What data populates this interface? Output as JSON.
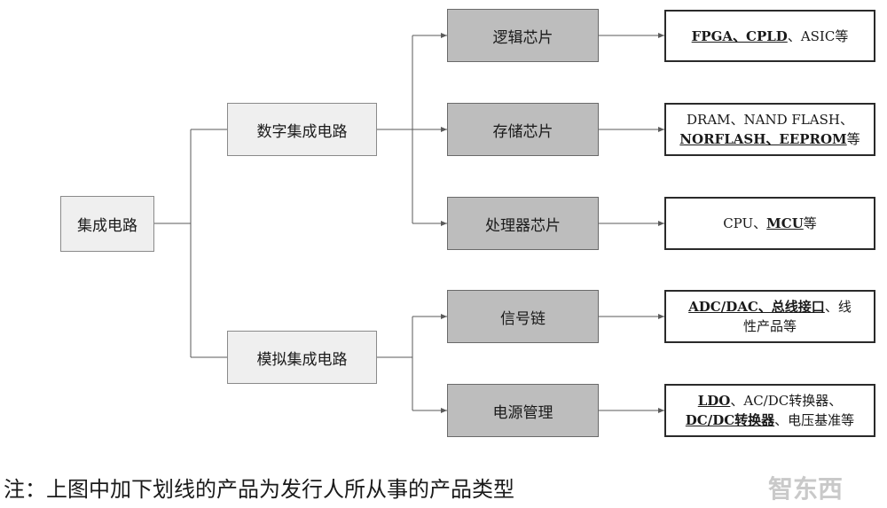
{
  "root": {
    "label": "集成电路"
  },
  "branches": [
    {
      "label": "数字集成电路"
    },
    {
      "label": "模拟集成电路"
    }
  ],
  "categories": [
    {
      "label": "逻辑芯片"
    },
    {
      "label": "存储芯片"
    },
    {
      "label": "处理器芯片"
    },
    {
      "label": "信号链"
    },
    {
      "label": "电源管理"
    }
  ],
  "products": [
    {
      "parts": [
        "FPGA、CPLD",
        "、ASIC等"
      ]
    },
    {
      "line1": "DRAM、NAND FLASH、",
      "line2_u": "NORFLASH、EEPROM",
      "line2_t": "等"
    },
    {
      "plain1": "CPU、",
      "u": "MCU",
      "plain2": "等"
    },
    {
      "line1_u": "ADC/DAC、总线接口",
      "line1_t": "、线",
      "line2": "性产品等"
    },
    {
      "line1_u": "LDO",
      "line1_t": "、AC/DC转换器、",
      "line2_u": "DC/DC转换器",
      "line2_t": "、电压基准等"
    }
  ],
  "note": "注：上图中加下划线的产品为发行人所从事的产品类型",
  "watermark": "智东西"
}
